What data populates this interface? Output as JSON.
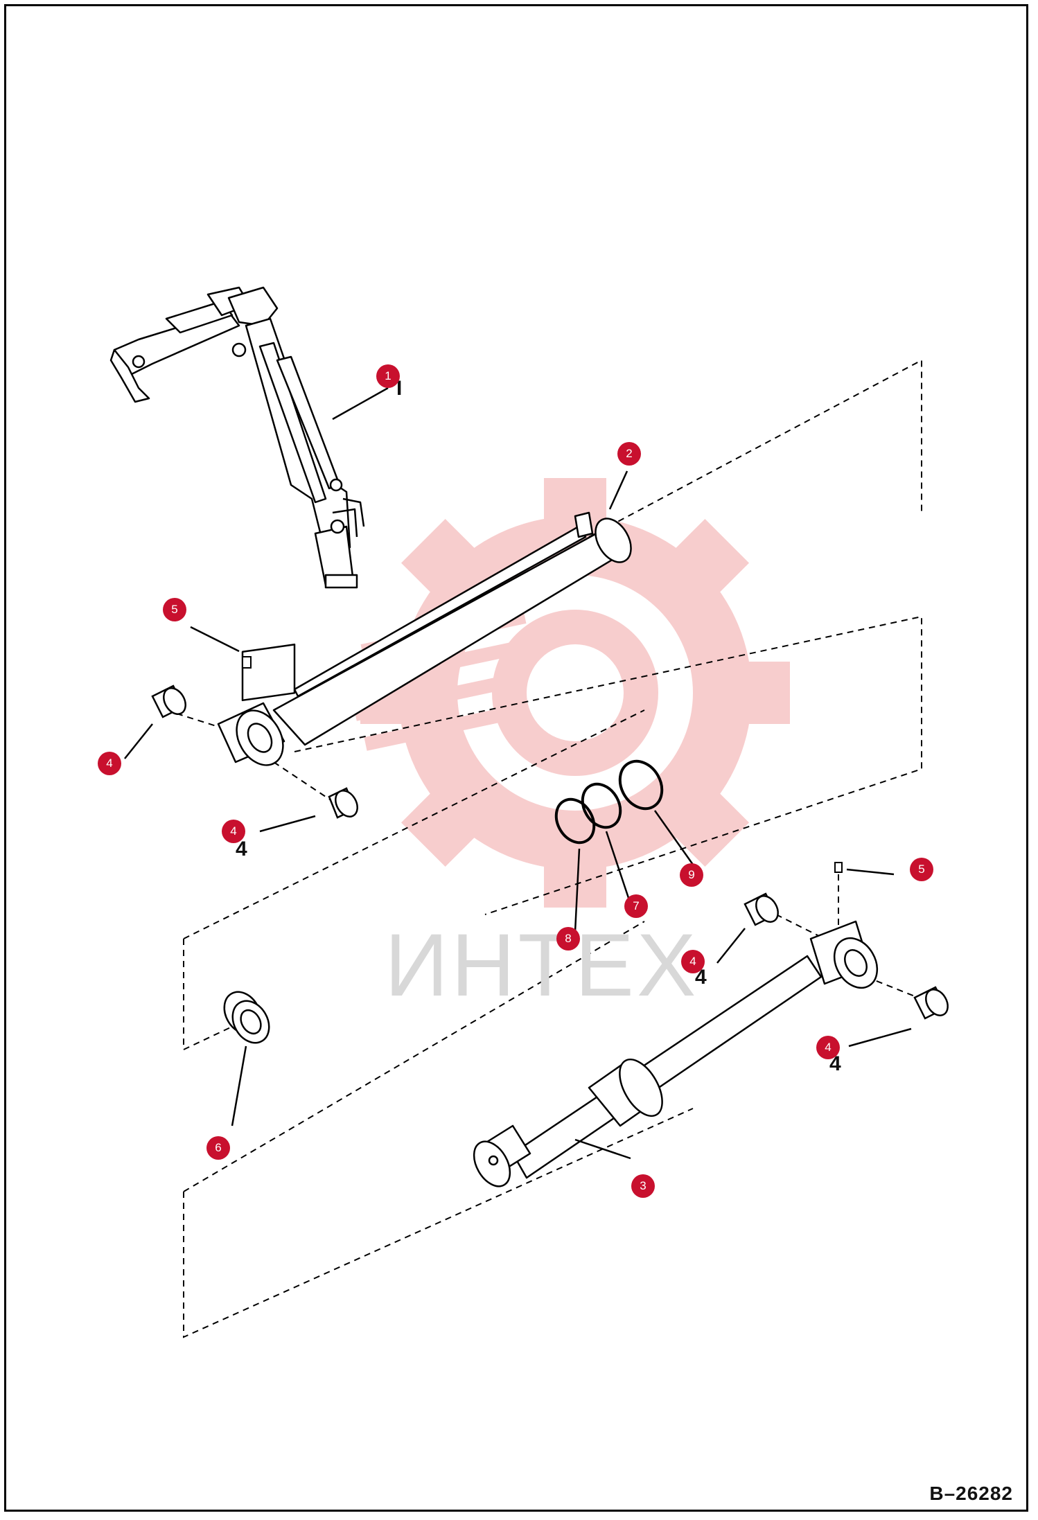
{
  "drawing_number": "B–26282",
  "watermark": {
    "text": "ИНТЕХ",
    "color": "#f2a6a6"
  },
  "callout_color": "#c8102e",
  "callouts": [
    {
      "label": "1",
      "part": "boom-arm-assembly"
    },
    {
      "label": "2",
      "part": "cylinder-barrel"
    },
    {
      "label": "3",
      "part": "piston-rod"
    },
    {
      "label": "4",
      "part": "bushing"
    },
    {
      "label": "4",
      "part": "bushing"
    },
    {
      "label": "4",
      "part": "bushing"
    },
    {
      "label": "4",
      "part": "bushing"
    },
    {
      "label": "5",
      "part": "grease-fitting"
    },
    {
      "label": "5",
      "part": "grease-fitting"
    },
    {
      "label": "6",
      "part": "gland-nut"
    },
    {
      "label": "7",
      "part": "seal-ring"
    },
    {
      "label": "8",
      "part": "seal-ring"
    },
    {
      "label": "9",
      "part": "seal-ring"
    }
  ]
}
